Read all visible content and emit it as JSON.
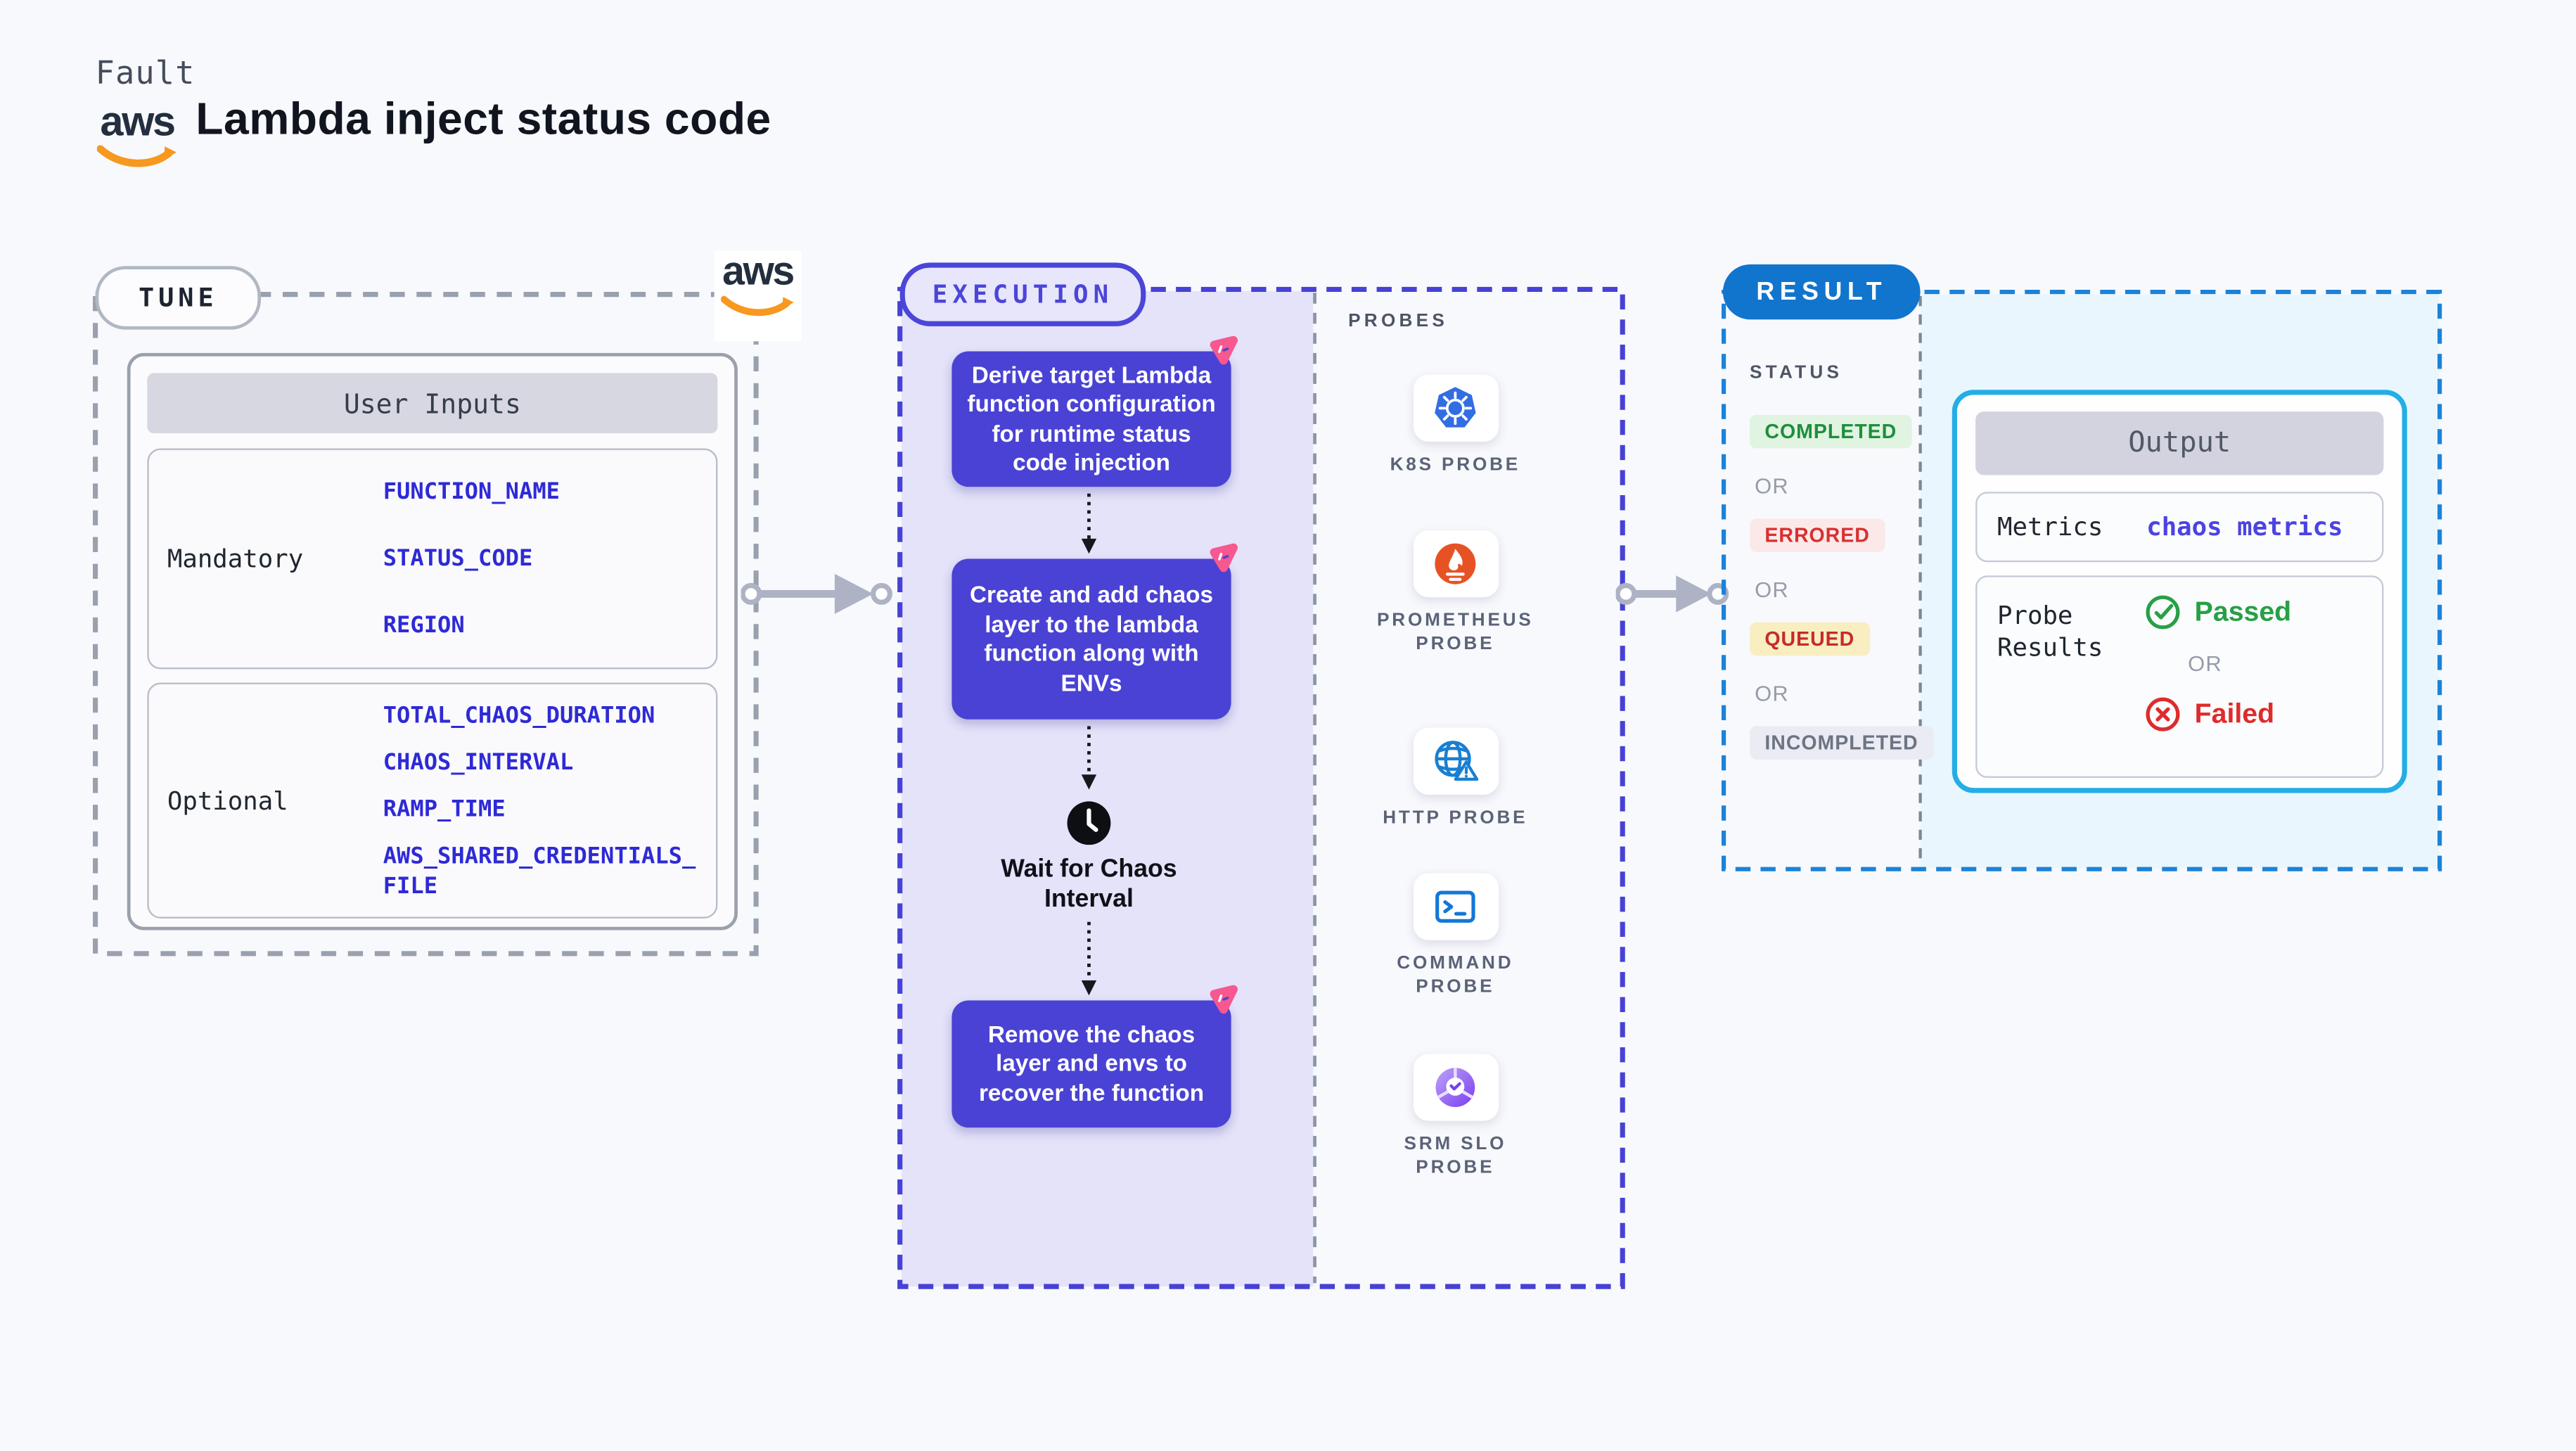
{
  "header": {
    "kicker": "Fault",
    "title": "Lambda inject status code",
    "aws_logo_text": "aws"
  },
  "tune": {
    "label": "TUNE",
    "aws_logo_text": "aws",
    "table": {
      "header": "User Inputs",
      "rows": [
        {
          "label": "Mandatory",
          "values": [
            "FUNCTION_NAME",
            "STATUS_CODE",
            "REGION"
          ]
        },
        {
          "label": "Optional",
          "values": [
            "TOTAL_CHAOS_DURATION",
            "CHAOS_INTERVAL",
            "RAMP_TIME",
            "AWS_SHARED_CREDENTIALS_FILE"
          ]
        }
      ]
    }
  },
  "execution": {
    "label": "EXECUTION",
    "steps": [
      {
        "text": "Derive target Lambda function configuration for runtime status code injection"
      },
      {
        "text": "Create and add chaos layer to the lambda function along with ENVs"
      },
      {
        "text": "Remove the chaos layer and envs to recover the function"
      }
    ],
    "wait_label": "Wait for Chaos Interval"
  },
  "probes": {
    "label": "PROBES",
    "items": [
      {
        "name": "K8S PROBE",
        "icon": "kubernetes-icon"
      },
      {
        "name": "PROMETHEUS PROBE",
        "icon": "prometheus-icon"
      },
      {
        "name": "HTTP PROBE",
        "icon": "globe-alert-icon"
      },
      {
        "name": "COMMAND PROBE",
        "icon": "terminal-icon"
      },
      {
        "name": "SRM SLO PROBE",
        "icon": "slo-gauge-icon"
      }
    ]
  },
  "result": {
    "label": "RESULT",
    "status": {
      "label": "STATUS",
      "separator": "OR",
      "badges": [
        {
          "text": "COMPLETED",
          "fg": "#1e8e3e",
          "bg": "#e0f4e1"
        },
        {
          "text": "ERRORED",
          "fg": "#d93030",
          "bg": "#fbe9e9"
        },
        {
          "text": "QUEUED",
          "fg": "#c62b2b",
          "bg": "#f8eec2"
        },
        {
          "text": "INCOMPLETED",
          "fg": "#6d7484",
          "bg": "#ebecf3"
        }
      ]
    },
    "output": {
      "header": "Output",
      "metrics_label": "Metrics",
      "metrics_value": "chaos metrics",
      "probe_label": "Probe Results",
      "passed": "Passed",
      "separator": "OR",
      "failed": "Failed"
    }
  },
  "colors": {
    "page_bg": "#f8f9fd",
    "tune_dash": "#99a1ae",
    "execution_accent": "#4b45d8",
    "step_bg": "#4a42d4",
    "lavender_bg": "#e4e3f9",
    "chaos_pink": "#f6588f",
    "value_blue": "#2e2ad6",
    "result_blue": "#1175ce",
    "result_dash": "#1b82d9",
    "cyan_border": "#23aee5",
    "cyan_bg": "#e9f6fd",
    "passed_green": "#27a045",
    "failed_red": "#df2b2b",
    "aws_orange": "#f7981f",
    "k8s_blue": "#336de4",
    "prometheus_orange": "#e75225",
    "http_blue": "#1a7fd2",
    "command_blue": "#1277d8",
    "srm_purple": "#7b3cf0"
  }
}
